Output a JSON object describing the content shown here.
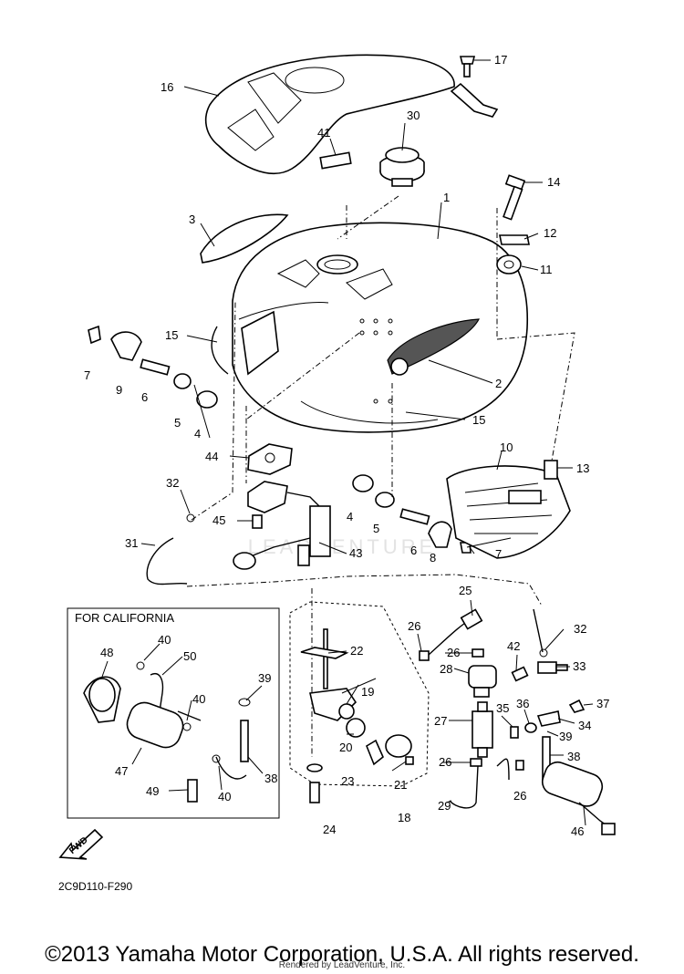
{
  "diagram": {
    "box_title": "FOR CALIFORNIA",
    "diagram_code": "2C9D110-F290",
    "fwd_label": "FWD",
    "watermark": "LEADVENTURE",
    "callouts": {
      "c1": "1",
      "c2": "2",
      "c3": "3",
      "c4a": "4",
      "c4b": "4",
      "c5a": "5",
      "c5b": "5",
      "c6a": "6",
      "c6b": "6",
      "c7a": "7",
      "c7b": "7",
      "c8": "8",
      "c9": "9",
      "c10": "10",
      "c11": "11",
      "c12": "12",
      "c13": "13",
      "c14": "14",
      "c15a": "15",
      "c15b": "15",
      "c16": "16",
      "c17": "17",
      "c18": "18",
      "c19": "19",
      "c20": "20",
      "c21": "21",
      "c22": "22",
      "c23": "23",
      "c24": "24",
      "c25": "25",
      "c26a": "26",
      "c26b": "26",
      "c26c": "26",
      "c26d": "26",
      "c27": "27",
      "c28": "28",
      "c29": "29",
      "c30": "30",
      "c31": "31",
      "c32a": "32",
      "c32b": "32",
      "c33": "33",
      "c34": "34",
      "c35": "35",
      "c36": "36",
      "c37": "37",
      "c38a": "38",
      "c38b": "38",
      "c39a": "39",
      "c39b": "39",
      "c40a": "40",
      "c40b": "40",
      "c40c": "40",
      "c41": "41",
      "c42": "42",
      "c43": "43",
      "c44": "44",
      "c45": "45",
      "c46": "46",
      "c47": "47",
      "c48": "48",
      "c49": "49",
      "c50": "50"
    }
  },
  "footer": {
    "copyright": "©2013 Yamaha Motor Corporation, U.S.A. All rights reserved.",
    "rendered_by": "Rendered by LeadVenture, Inc."
  }
}
